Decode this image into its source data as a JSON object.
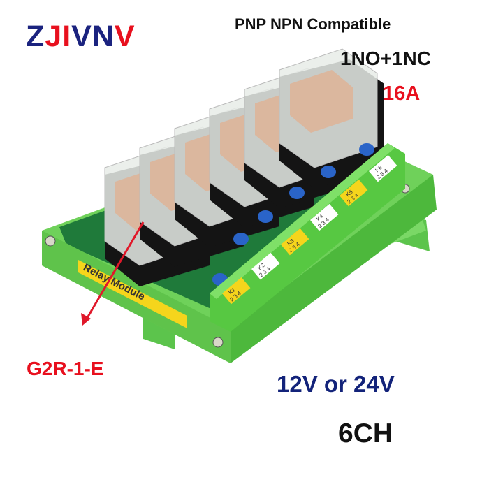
{
  "brand": {
    "letters": [
      {
        "char": "Z",
        "color": "#1b237f"
      },
      {
        "char": "J",
        "color": "#e8101e"
      },
      {
        "char": "I",
        "color": "#e8101e"
      },
      {
        "char": "V",
        "color": "#1b237f"
      },
      {
        "char": "N",
        "color": "#1b237f"
      },
      {
        "char": "V",
        "color": "#e8101e"
      }
    ]
  },
  "specs": {
    "compatibility": "PNP NPN Compatible",
    "contacts": "1NO+1NC",
    "current": "16A",
    "relay_model": "G2R-1-E",
    "voltage": "12V or 24V",
    "channels": "6CH"
  },
  "product": {
    "label": "Relay Module",
    "relay_count": 6,
    "terminal_labels": [
      {
        "name": "K1",
        "pins": [
          "2",
          "3",
          "4"
        ],
        "bg": "#f5d51c"
      },
      {
        "name": "K2",
        "pins": [
          "2",
          "3",
          "4"
        ],
        "bg": "#ffffff"
      },
      {
        "name": "K3",
        "pins": [
          "2",
          "3",
          "4"
        ],
        "bg": "#f5d51c"
      },
      {
        "name": "K4",
        "pins": [
          "2",
          "3",
          "4"
        ],
        "bg": "#ffffff"
      },
      {
        "name": "K5",
        "pins": [
          "2",
          "3",
          "4"
        ],
        "bg": "#f5d51c"
      },
      {
        "name": "K6",
        "pins": [
          "2",
          "3",
          "4"
        ],
        "bg": "#ffffff"
      }
    ],
    "colors": {
      "housing": "#6fd15a",
      "housing_dark": "#3fae3a",
      "pcb": "#1f7a3a",
      "relay_base": "#151515",
      "capacitor": "#2a64c8",
      "label_yellow": "#f5d51c",
      "arrow": "#e0182a"
    }
  }
}
